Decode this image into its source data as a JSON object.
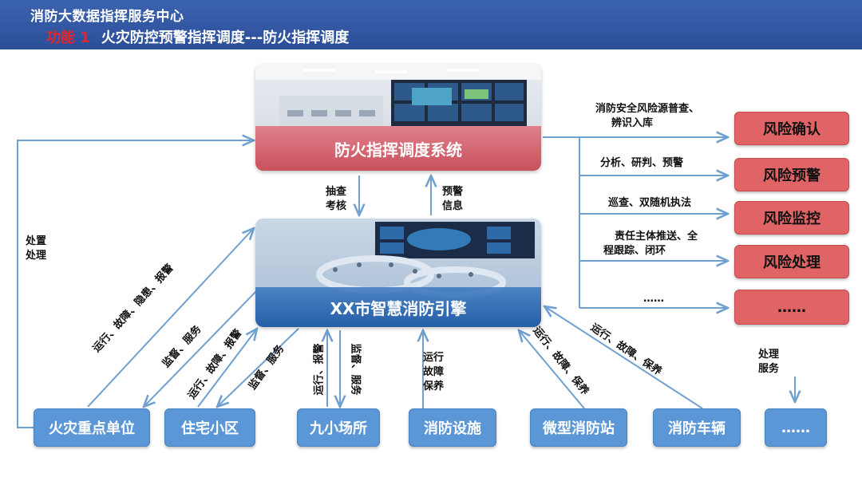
{
  "header": {
    "title": "消防大数据指挥服务中心",
    "function_tag": "功能 1",
    "function_title": "火灾防控预警指挥调度---防火指挥调度"
  },
  "panels": {
    "command_system": "防火指挥调度系统",
    "engine": "XX市智慧消防引擎"
  },
  "risk_boxes": [
    "风险确认",
    "风险预警",
    "风险监控",
    "风险处理",
    "……"
  ],
  "risk_labels": {
    "l1_line1": "消防安全风险源普查、",
    "l1_line2": "辨识入库",
    "l2": "分析、研判、预警",
    "l3": "巡查、双随机执法",
    "l4_line1": "责任主体推送、全",
    "l4_line2": "程跟踪、闭环",
    "l5": "……"
  },
  "bottom_boxes": [
    "火灾重点单位",
    "住宅小区",
    "九小场所",
    "消防设施",
    "微型消防站",
    "消防车辆",
    "……"
  ],
  "labels": {
    "check_line1": "抽查",
    "check_line2": "考核",
    "warn_line1": "预警",
    "warn_line2": "信息",
    "dispose_line1": "处置",
    "dispose_line2": "处理",
    "handle_line1": "处理",
    "handle_line2": "服务",
    "unit_report": "运行、故障、隐患、报警",
    "supervise_service_1": "监督、服务",
    "res_report": "运行、故障、报警",
    "supervise_service_2": "监督、服务",
    "small_report": "运行、报警",
    "supervise_service_3": "监督、服务",
    "facility_line1": "运行",
    "facility_line2": "故障",
    "facility_line3": "保养",
    "station_report": "运行、故障、保养",
    "vehicle_report": "运行、故障、保养"
  },
  "colors": {
    "header_bg": "#2c4e98",
    "function_tag": "#e0262e",
    "risk_box": "#e06365",
    "bottom_box": "#5b97d6",
    "arrow": "#6fa0d0"
  }
}
